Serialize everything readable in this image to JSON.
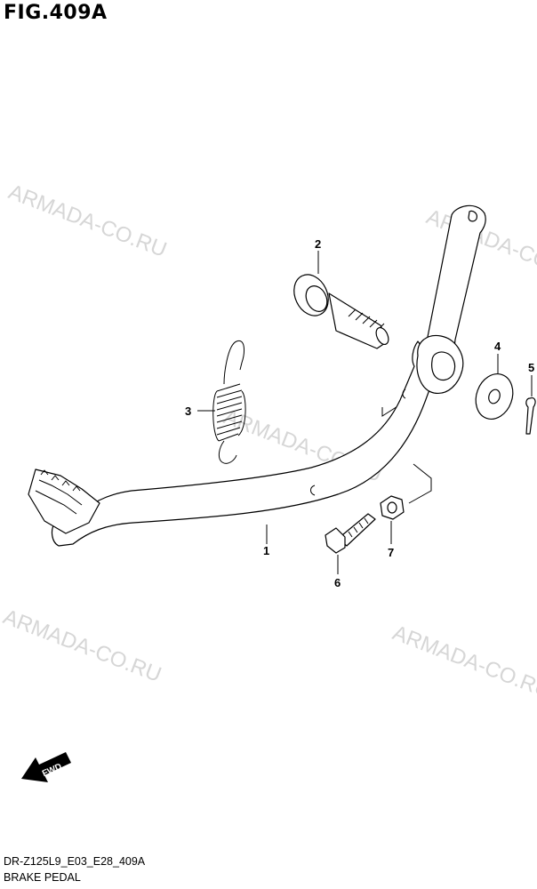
{
  "figure_title": "FIG.409A",
  "model_code": "DR-Z125L9_E03_E28_409A",
  "section_name": "BRAKE PEDAL",
  "watermark": "ARMADA-CO.RU",
  "fwd_label": "FWD",
  "callouts": [
    {
      "id": "1",
      "part": "brake-pedal"
    },
    {
      "id": "2",
      "part": "pivot-shaft"
    },
    {
      "id": "3",
      "part": "return-spring"
    },
    {
      "id": "4",
      "part": "washer"
    },
    {
      "id": "5",
      "part": "cotter-pin"
    },
    {
      "id": "6",
      "part": "bolt"
    },
    {
      "id": "7",
      "part": "nut"
    }
  ]
}
